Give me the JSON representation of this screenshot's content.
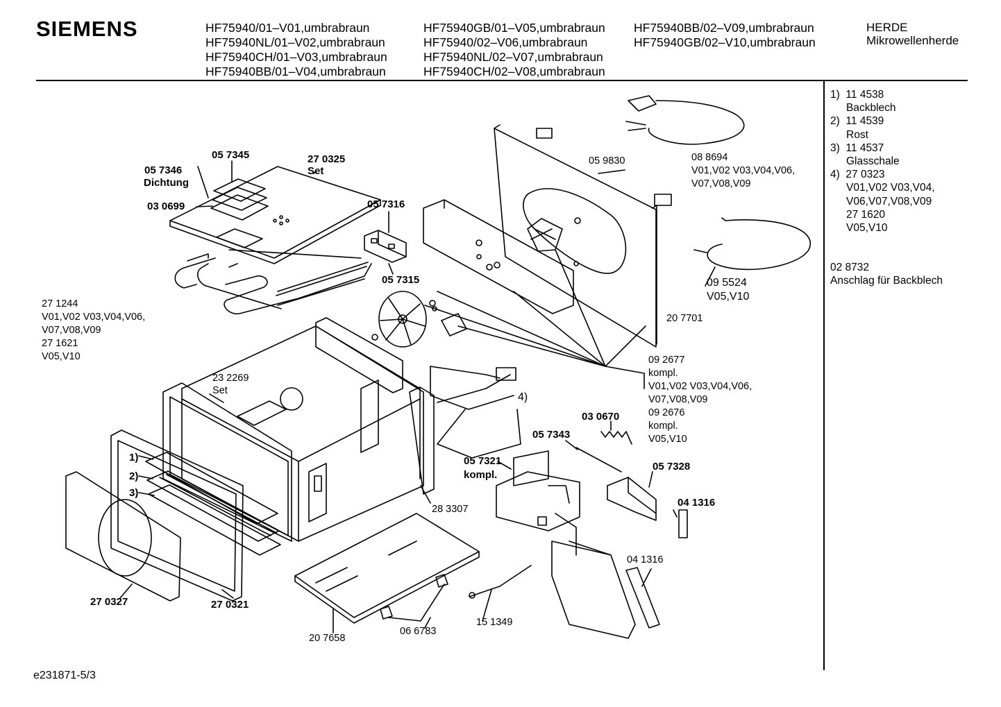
{
  "header": {
    "brand": "SIEMENS",
    "models_col1": [
      "HF75940/01–V01,umbrabraun",
      "HF75940NL/01–V02,umbrabraun",
      "HF75940CH/01–V03,umbrabraun",
      "HF75940BB/01–V04,umbrabraun"
    ],
    "models_col2": [
      "HF75940GB/01–V05,umbrabraun",
      "HF75940/02–V06,umbrabraun",
      "HF75940NL/02–V07,umbrabraun",
      "HF75940CH/02–V08,umbrabraun"
    ],
    "models_col3": [
      "HF75940BB/02–V09,umbrabraun",
      "HF75940GB/02–V10,umbrabraun"
    ],
    "category_line1": "HERDE",
    "category_line2": "Mikrowellenherde"
  },
  "legend": [
    {
      "num": "1)",
      "code": "11 4538",
      "desc": "Backblech"
    },
    {
      "num": "2)",
      "code": "11 4539",
      "desc": "Rost"
    },
    {
      "num": "3)",
      "code": "11 4537",
      "desc": "Glasschale"
    },
    {
      "num": "4)",
      "code": "27 0323",
      "desc": "V01,V02 V03,V04,",
      "desc2": "V06,V07,V08,V09",
      "code2": "27 1620",
      "desc3": "V05,V10"
    }
  ],
  "extra_part": {
    "code": "02 8732",
    "desc": "Anschlag für Backblech"
  },
  "footer": "e231871-5/3",
  "labels": {
    "p057345": "05 7345",
    "p270325": "27 0325",
    "p270325_set": "Set",
    "p057346": "05 7346",
    "p057346_name": "Dichtung",
    "p030699": "03 0699",
    "p057316": "05 7316",
    "p057315": "05 7315",
    "p059830": "05 9830",
    "p088694": "08 8694",
    "p088694_v1": "V01,V02 V03,V04,V06,",
    "p088694_v2": "V07,V08,V09",
    "p095524": "09 5524",
    "p095524_v": "V05,V10",
    "p207701": "20 7701",
    "p271244": "27 1244",
    "p271244_v1": "V01,V02 V03,V04,V06,",
    "p271244_v2": "V07,V08,V09",
    "p271621": "27 1621",
    "p271621_v": "V05,V10",
    "p232269": "23 2269",
    "p232269_set": "Set",
    "p092677": "09 2677",
    "p092677_k": "kompl.",
    "p092677_v1": "V01,V02 V03,V04,V06,",
    "p092677_v2": "V07,V08,V09",
    "p092676": "09 2676",
    "p092676_k": "kompl.",
    "p092676_v": "V05,V10",
    "mark4": "4)",
    "p030670": "03 0670",
    "p057343": "05 7343",
    "p057321": "05 7321",
    "p057321_k": "kompl.",
    "p057328": "05 7328",
    "p041316a": "04 1316",
    "p041316b": "04 1316",
    "mark1": "1)",
    "mark2": "2)",
    "mark3": "3)",
    "p283307": "28 3307",
    "p270327": "27 0327",
    "p270321": "27 0321",
    "p207658": "20 7658",
    "p066783": "06 6783",
    "p151349": "15 1349"
  }
}
